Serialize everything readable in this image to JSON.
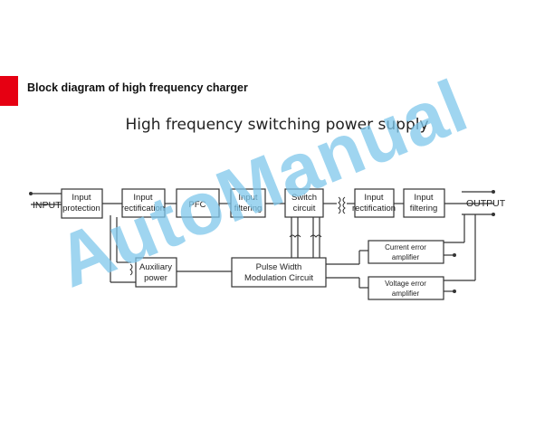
{
  "header": {
    "heading": "Block diagram of high frequency charger",
    "accent_color": "#e60012"
  },
  "diagram": {
    "title": "High frequency switching power supply",
    "input_label": "INPUT",
    "output_label": "OUTPUT",
    "blocks": {
      "input_protection": [
        "Input",
        "protection"
      ],
      "input_rectification_1": [
        "Input",
        "rectification"
      ],
      "pfc": [
        "PFC"
      ],
      "input_filtering_1": [
        "Input",
        "filtering"
      ],
      "switch_circuit": [
        "Switch",
        "circuit"
      ],
      "input_rectification_2": [
        "Input",
        "rectification"
      ],
      "input_filtering_2": [
        "Input",
        "filtering"
      ],
      "auxiliary_power": [
        "Auxiliary",
        "power"
      ],
      "pwm_circuit": [
        "Pulse Width",
        "Modulation Circuit"
      ],
      "current_error_amplifier": [
        "Current error",
        "amplifier"
      ],
      "voltage_error_amplifier": [
        "Voltage error",
        "amplifier"
      ]
    }
  },
  "watermark": {
    "text": "AutoManual",
    "color": "#7fc8ec"
  }
}
